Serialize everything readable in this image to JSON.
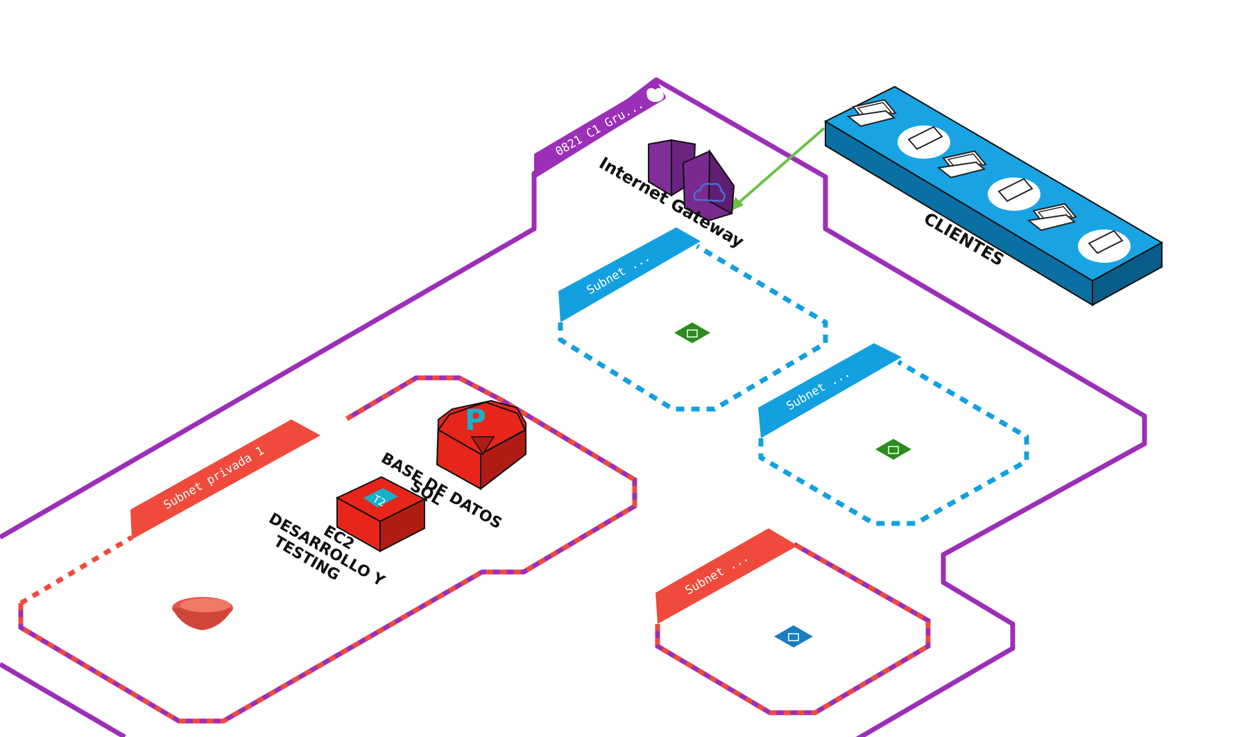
{
  "colors": {
    "vpc": "#9b2fb8",
    "subnet_public": "#12a0e0",
    "subnet_private": "#f04a3c",
    "clients_top": "#19a3e3",
    "clients_side": "#0a6fa3",
    "red_box": "#e8251b",
    "gateway": "#7a2a8f",
    "lock_green": "#2c8c1e",
    "lock_blue": "#1b7dc0",
    "arrow": "#6cc04a"
  },
  "vpc": {
    "tag": "0821 C1 Gru...",
    "icon": "cloud-icon"
  },
  "internet_gateway": {
    "label": "Internet Gateway"
  },
  "clients": {
    "label": "CLIENTES",
    "icons": [
      "laptop-icon",
      "phone-icon",
      "laptop-icon",
      "phone-icon",
      "laptop-icon",
      "phone-icon"
    ]
  },
  "subnets": {
    "public_1": {
      "tag": "Subnet ...",
      "icon": "lock-icon"
    },
    "public_2": {
      "tag": "Subnet ...",
      "icon": "lock-icon"
    },
    "private_1": {
      "tag": "Subnet privada 1",
      "icon": "lock-icon"
    },
    "private_2": {
      "tag": "Subnet ...",
      "icon": "lock-icon"
    }
  },
  "ec2": {
    "badge": "T2",
    "label_lines": [
      "EC2",
      "DESARROLLO Y",
      "TESTING"
    ]
  },
  "database": {
    "badge": "P",
    "label_lines": [
      "BASE DE DATOS",
      "SQL"
    ]
  },
  "bucket": {
    "icon": "bucket-icon"
  }
}
